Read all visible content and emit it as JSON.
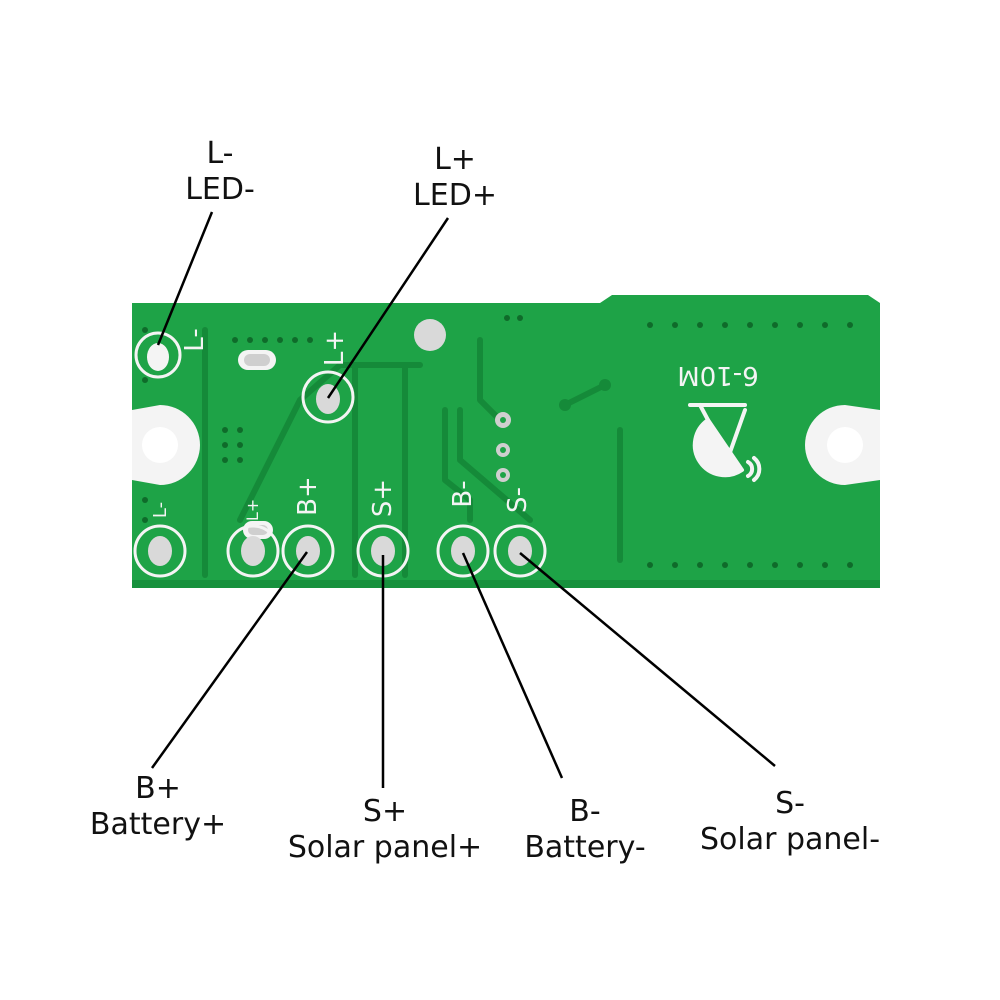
{
  "colors": {
    "board": "#1ea347",
    "board_dark": "#17913d",
    "trace": "#158a39",
    "silkscreen": "#f4f4f4",
    "pad": "#d9d9d9",
    "line": "#000000",
    "text": "#111111"
  },
  "board": {
    "silk_L_minus_top": "L-",
    "silk_L_plus": "L+",
    "silk_L_minus_bottom": "L-",
    "silk_L_plus_small": "L+",
    "silk_B_plus": "B+",
    "silk_S_plus": "S+",
    "silk_B_minus": "B-",
    "silk_S_minus": "S-",
    "model_text": "6-10M"
  },
  "callouts": {
    "l_minus": {
      "code": "L-",
      "name": "LED-"
    },
    "l_plus": {
      "code": "L+",
      "name": "LED+"
    },
    "b_plus": {
      "code": "B+",
      "name": "Battery+"
    },
    "s_plus": {
      "code": "S+",
      "name": "Solar panel+"
    },
    "b_minus": {
      "code": "B-",
      "name": "Battery-"
    },
    "s_minus": {
      "code": "S-",
      "name": "Solar panel-"
    }
  }
}
